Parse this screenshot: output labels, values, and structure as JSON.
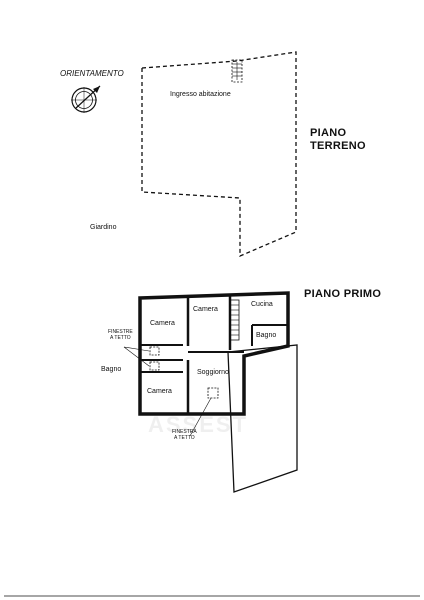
{
  "orientation": {
    "label": "ORIENTAMENTO"
  },
  "ground_floor": {
    "title_line1": "PIANO",
    "title_line2": "TERRENO",
    "entrance_label": "Ingresso abitazione",
    "garden_label": "Giardino"
  },
  "first_floor": {
    "title": "PIANO PRIMO",
    "rooms": {
      "camera_left": "Camera",
      "camera_middle": "Camera",
      "cucina": "Cucina",
      "bagno_right": "Bagno",
      "bagno_left": "Bagno",
      "soggiorno": "Soggiorno",
      "camera_bottom": "Camera"
    },
    "skylight_left_line1": "FINESTRE",
    "skylight_left_line2": "A TETTO",
    "skylight_bottom_line1": "FINESTRA",
    "skylight_bottom_line2": "A TETTO"
  },
  "watermark": "ASSEST"
}
